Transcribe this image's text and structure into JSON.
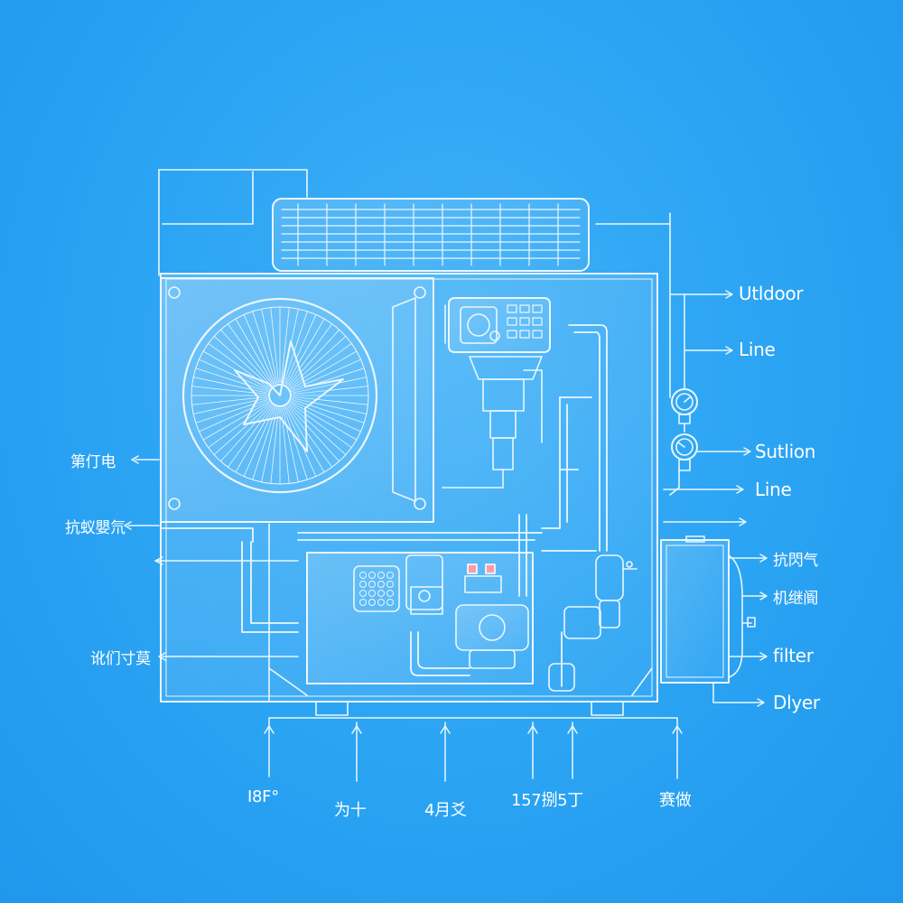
{
  "colors": {
    "background": "#2aa3f3",
    "line": "#e8f6ff"
  },
  "labels": {
    "right": [
      "Utldoor",
      "Line",
      "Sutlion",
      "Line",
      "filter",
      "Dlyer"
    ],
    "right_cjk": [
      "抗閃气",
      "机继阍"
    ],
    "left": [
      "第仃电",
      "抗蚁嬰氘",
      "讹们寸莫"
    ],
    "bottom": [
      "I8F°",
      "为十",
      "4月爻",
      "157捌5丁",
      "赛做"
    ]
  },
  "icons": [
    "condenser-fan-icon",
    "pressure-gauge-icon",
    "control-panel-icon",
    "compressor-icon",
    "filter-drier-icon",
    "heat-exchanger-icon"
  ]
}
